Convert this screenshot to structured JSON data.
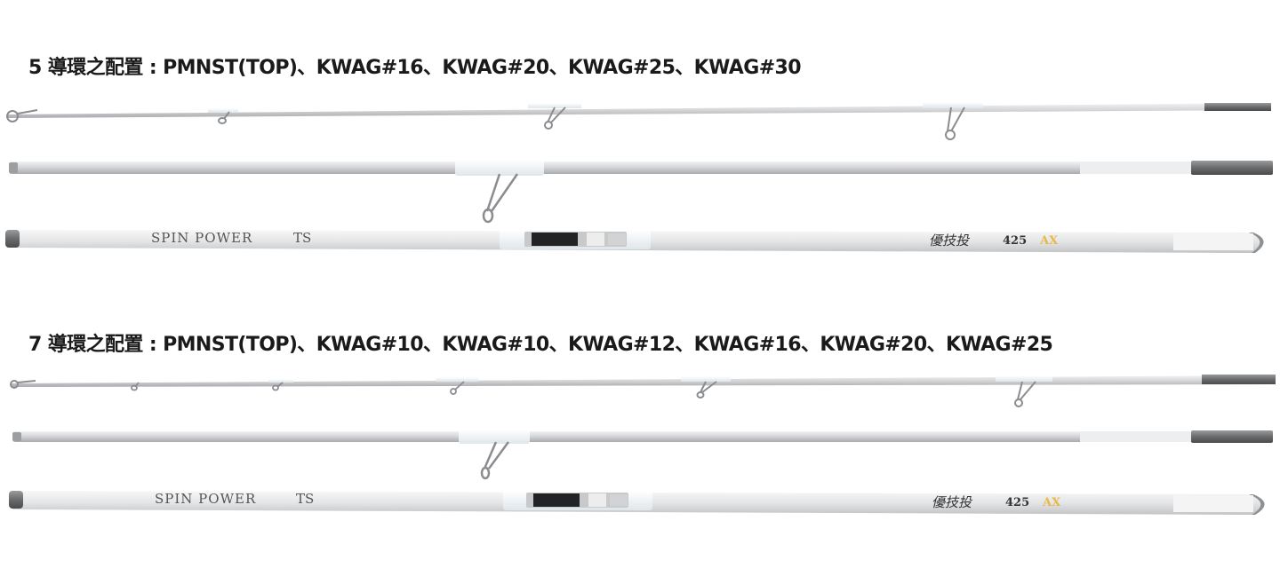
{
  "configs": [
    {
      "heading": "5 導環之配置 : PMNST(TOP)、KWAG#16、KWAG#20、KWAG#25、KWAG#30",
      "rod_brand": "SPIN POWER",
      "rod_series": "TS",
      "rod_kanji": "優技投",
      "rod_length": "425",
      "rod_grade": "AX"
    },
    {
      "heading": "7 導環之配置 : PMNST(TOP)、KWAG#10、KWAG#10、KWAG#12、KWAG#16、KWAG#20、KWAG#25",
      "rod_brand": "SPIN POWER",
      "rod_series": "TS",
      "rod_kanji": "優技投",
      "rod_length": "425",
      "rod_grade": "AX"
    }
  ],
  "colors": {
    "blank": "#d9dadc",
    "blank_dark": "#b9bbbe",
    "ferrule": "#6d6e70",
    "guide": "#8a8c8f",
    "gold": "#e8b84a"
  }
}
